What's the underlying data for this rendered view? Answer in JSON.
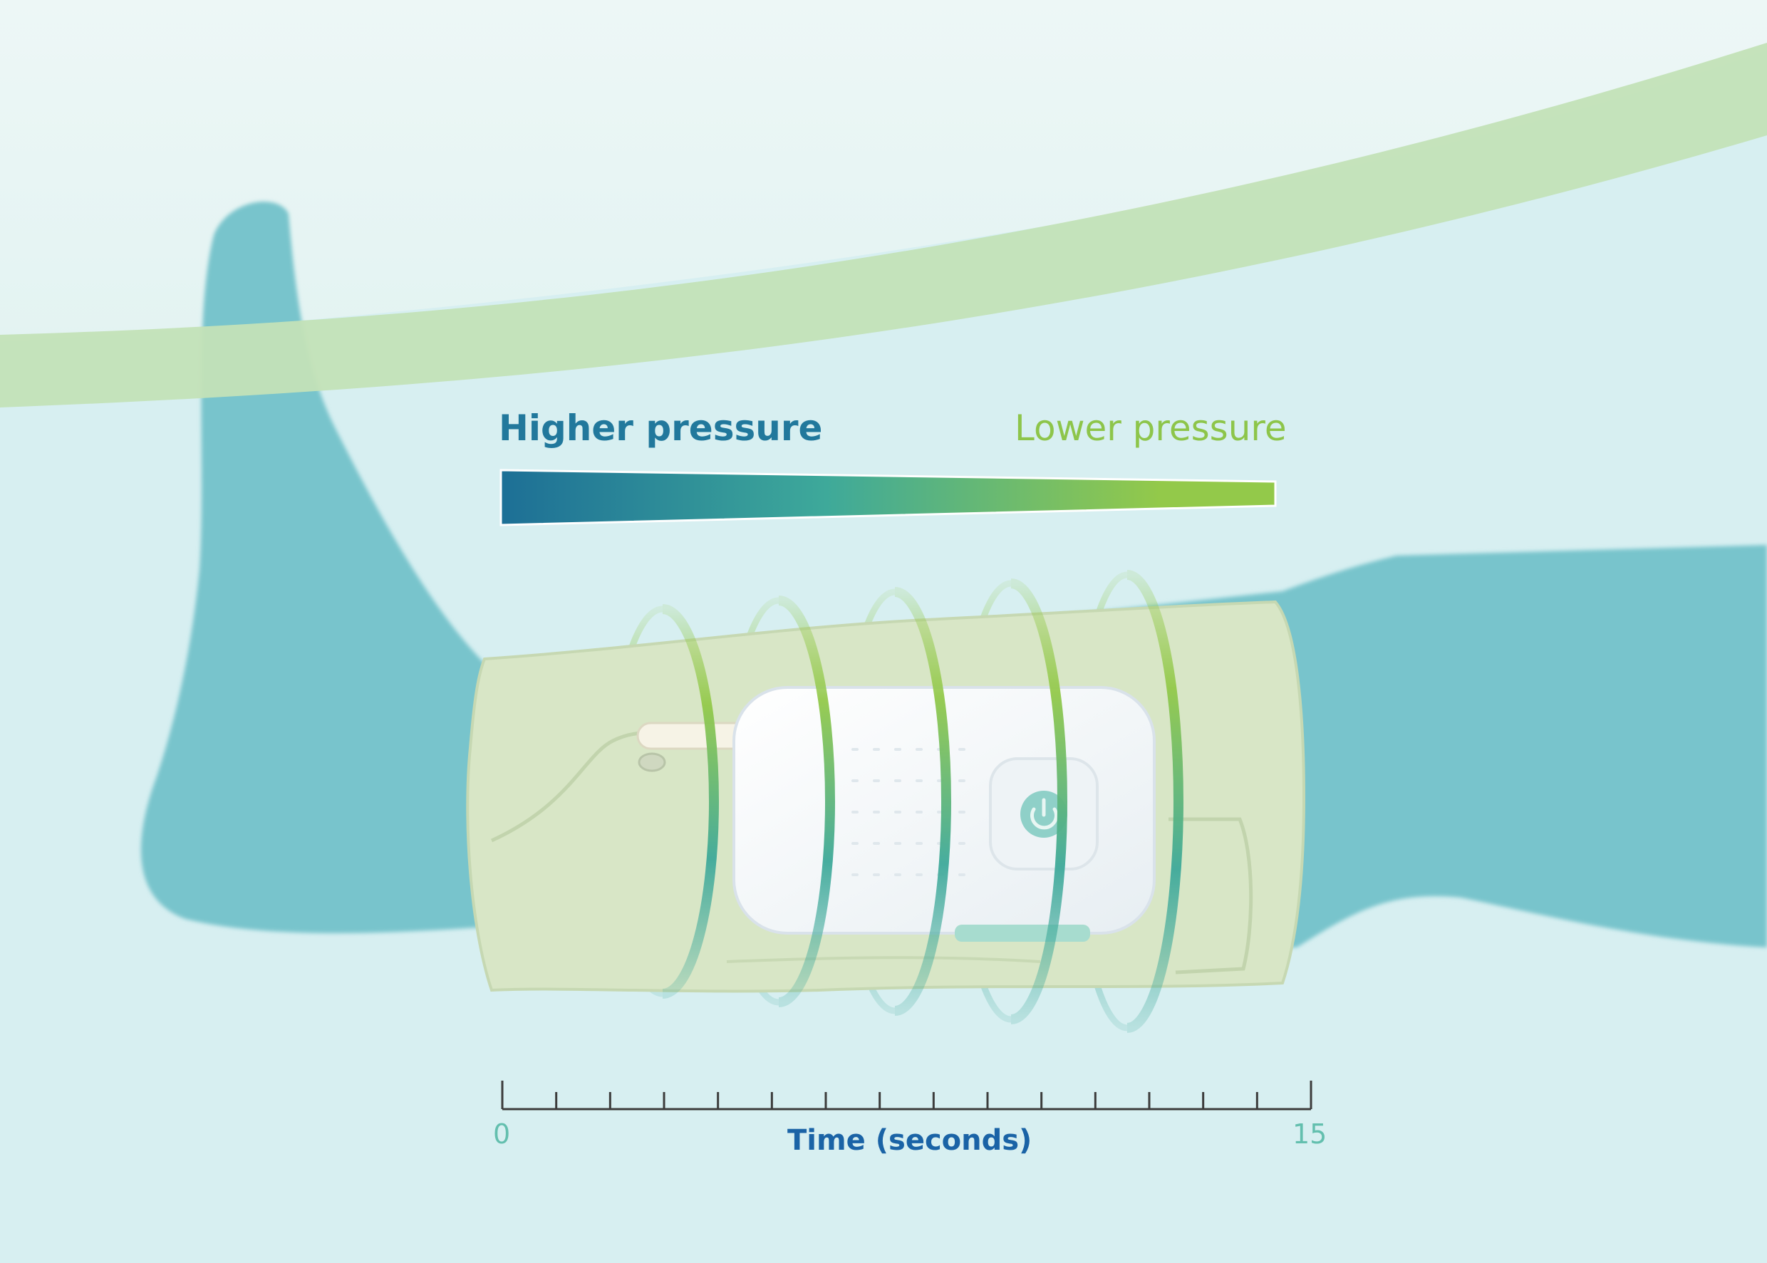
{
  "pressure_scale": {
    "high_label": "Higher pressure",
    "low_label": "Lower pressure",
    "colors": {
      "high": "#1d6f96",
      "mid": "#3ea99a",
      "low": "#93c94a"
    }
  },
  "time_axis": {
    "title": "Time (seconds)",
    "start_label": "0",
    "end_label": "15",
    "min": 0,
    "max": 15,
    "tick_count": 16
  },
  "compression_rings": {
    "count": 5
  },
  "colors": {
    "background": "#d7eff1",
    "limb": "#78c4cc",
    "sleeve": "#d8e6c6",
    "arc": "#c3e2b7",
    "device": "#ffffff",
    "power_button": "#8fd0c8"
  },
  "icons": {
    "device_button": "power-icon"
  }
}
